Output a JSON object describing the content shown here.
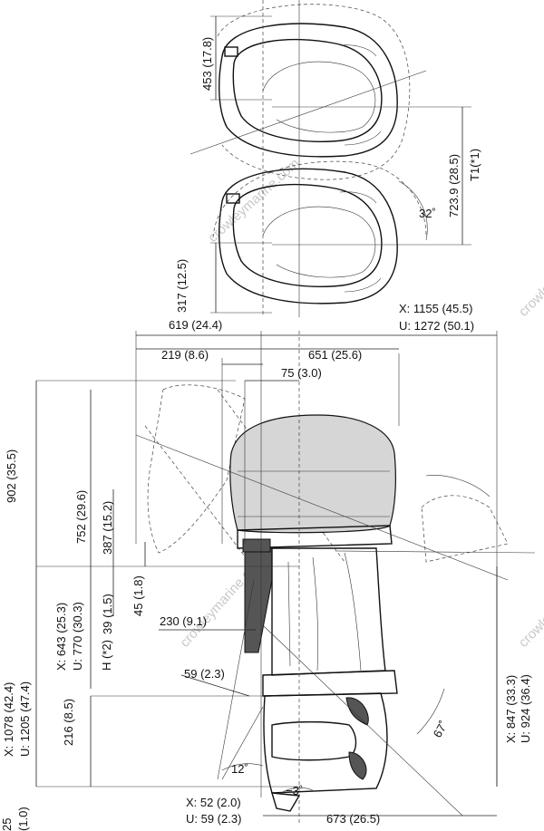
{
  "top_view": {
    "d_453": "453 (17.8)",
    "d_7239": "723.9 (28.5)",
    "d_t1": "T1(*1)",
    "d_317": "317 (12.5)",
    "angle_32": "32˚"
  },
  "side_view": {
    "d_x1155": "X: 1155 (45.5)",
    "d_u1272": "U: 1272 (50.1)",
    "d_619": "619 (24.4)",
    "d_651": "651 (25.6)",
    "d_219": "219 (8.6)",
    "d_75": "75 (3.0)",
    "d_902": "902 (35.5)",
    "d_752": "752 (29.6)",
    "d_387": "387 (15.2)",
    "d_45": "45 (1.8)",
    "d_39": "39 (1.5)",
    "d_230": "230 (9.1)",
    "d_x643": "X: 643 (25.3)",
    "d_u770": "U: 770 (30.3)",
    "d_h2": "H (*2)",
    "d_59": "59 (2.3)",
    "d_216": "216 (8.5)",
    "d_x1078": "X: 1078 (42.4)",
    "d_u1205": "U: 1205 (47.4)",
    "d_25": "25",
    "d_10": "(1.0)",
    "angle_12": "12˚",
    "angle_m3": "−3˚",
    "angle_67": "67˚",
    "d_x847": "X: 847 (33.3)",
    "d_u924": "U: 924 (36.4)",
    "d_x52": "X: 52 (2.0)",
    "d_u59": "U: 59 (2.3)",
    "d_673": "673 (26.5)"
  },
  "watermark": "crowleymarine.com"
}
